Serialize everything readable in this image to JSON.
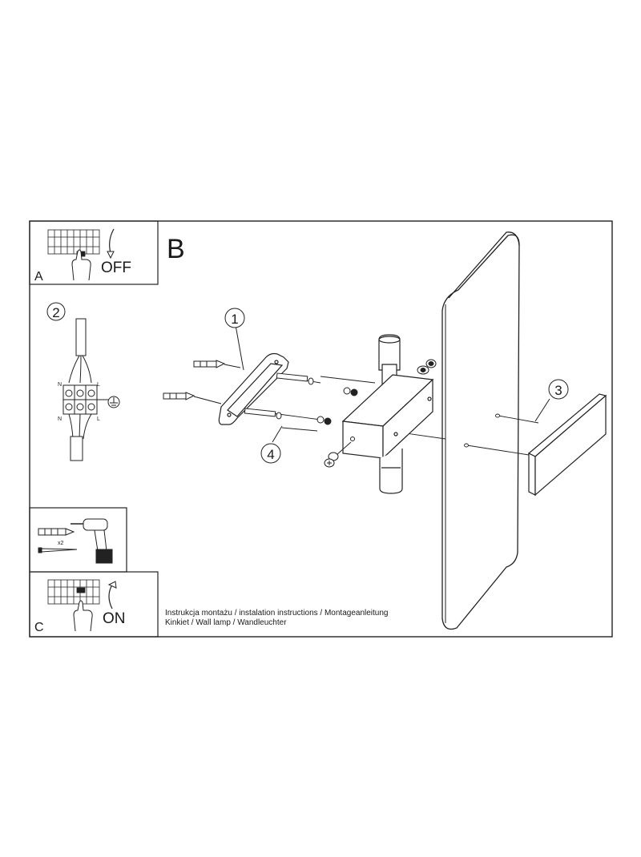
{
  "panels": {
    "a": {
      "letter": "A",
      "action": "OFF"
    },
    "b": {
      "letter": "B"
    },
    "c": {
      "letter": "C",
      "action": "ON"
    }
  },
  "step_numbers": {
    "wiring": "2",
    "bracket": "1",
    "screws": "4",
    "shade": "3"
  },
  "terminal_labels": {
    "neutral": "N",
    "live": "L"
  },
  "drill_panel": {
    "quantity": "x2"
  },
  "caption": {
    "line1": "Instrukcja montażu / instalation instructions / Montageanleitung",
    "line2": "Kinkiet / Wall lamp / Wandleuchter"
  },
  "icons": [
    "terminal-block-icon",
    "hand-icon",
    "rotate-arrow-icon",
    "drill-icon",
    "wall-plug-icon",
    "screw-icon",
    "earth-symbol-icon"
  ]
}
